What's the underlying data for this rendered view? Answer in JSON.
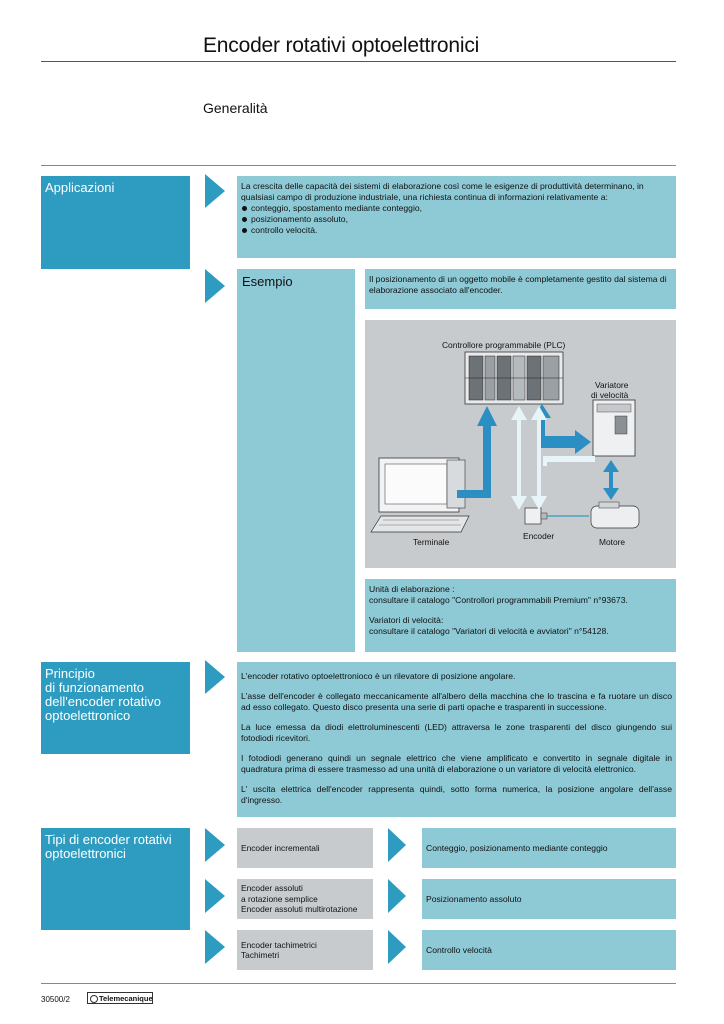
{
  "header": {
    "title": "Encoder rotativi optoelettronici",
    "subtitle": "Generalità"
  },
  "applicazioni": {
    "label": "Applicazioni",
    "intro": "La crescita delle capacità dei sistemi di elaborazione così come le esigenze di produttività determinano, in qualsiasi campo di produzione industriale, una richiesta continua di informazioni relativamente a:",
    "bullets": [
      "conteggio, spostamento mediante conteggio,",
      "posizionamento assoluto,",
      "controllo velocità."
    ]
  },
  "esempio": {
    "label": "Esempio",
    "text": "Il posizionamento di un oggetto mobile è completamente gestito dal sistema di elaborazione associato all'encoder.",
    "diagram": {
      "plc": "Controllore programmabile (PLC)",
      "variatore_1": "Variatore",
      "variatore_2": "di velocità",
      "terminale": "Terminale",
      "encoder": "Encoder",
      "motore": "Motore"
    },
    "refs": {
      "line1": "Unità di elaborazione :",
      "line2": "consultare il catalogo \"Controllori programmabili Premium\" n°93673.",
      "line3": "Variatori di velocità:",
      "line4": "consultare il catalogo \"Variatori di velocità e avviatori\" n°54128."
    }
  },
  "principio": {
    "label_lines": [
      "Principio",
      "di funzionamento",
      "dell'encoder rotativo",
      "optoelettronico"
    ],
    "paragraphs": [
      "L'encoder rotativo optoelettronioco è un rilevatore di posizione angolare.",
      "L'asse dell'encoder è collegato meccanicamente all'albero della macchina che lo trascina e fa ruotare un disco ad esso collegato. Questo disco presenta una serie di parti opache e trasparenti in successione.",
      "La luce emessa da diodi elettroluminescenti (LED) attraversa le zone trasparenti del disco giungendo sui fotodiodi ricevitori.",
      "I fotodiodi generano quindi un segnale elettrico che viene amplificato e convertito in segnale digitale in quadratura prima di essere trasmesso ad una unità di elaborazione o un variatore di velocità elettronico.",
      "L' uscita elettrica dell'encoder rappresenta quindi, sotto forma numerica, la posizione angolare dell'asse d'ingresso."
    ]
  },
  "tipi": {
    "label_lines": [
      "Tipi di encoder rotativi",
      "optoelettronici"
    ],
    "rows": [
      {
        "types": [
          "Encoder incrementali"
        ],
        "use": "Conteggio, posizionamento mediante conteggio"
      },
      {
        "types": [
          "Encoder assoluti",
          "a rotazione semplice",
          "Encoder assoluti multirotazione"
        ],
        "use": "Posizionamento assoluto"
      },
      {
        "types": [
          "Encoder tachimetrici",
          "Tachimetri"
        ],
        "use": "Controllo velocità"
      }
    ]
  },
  "footer": {
    "code": "30500/2",
    "brand": "Telemecanique"
  },
  "colors": {
    "accent": "#2e9cc0",
    "light": "#8ec9d6",
    "grey": "#c8cbce"
  }
}
